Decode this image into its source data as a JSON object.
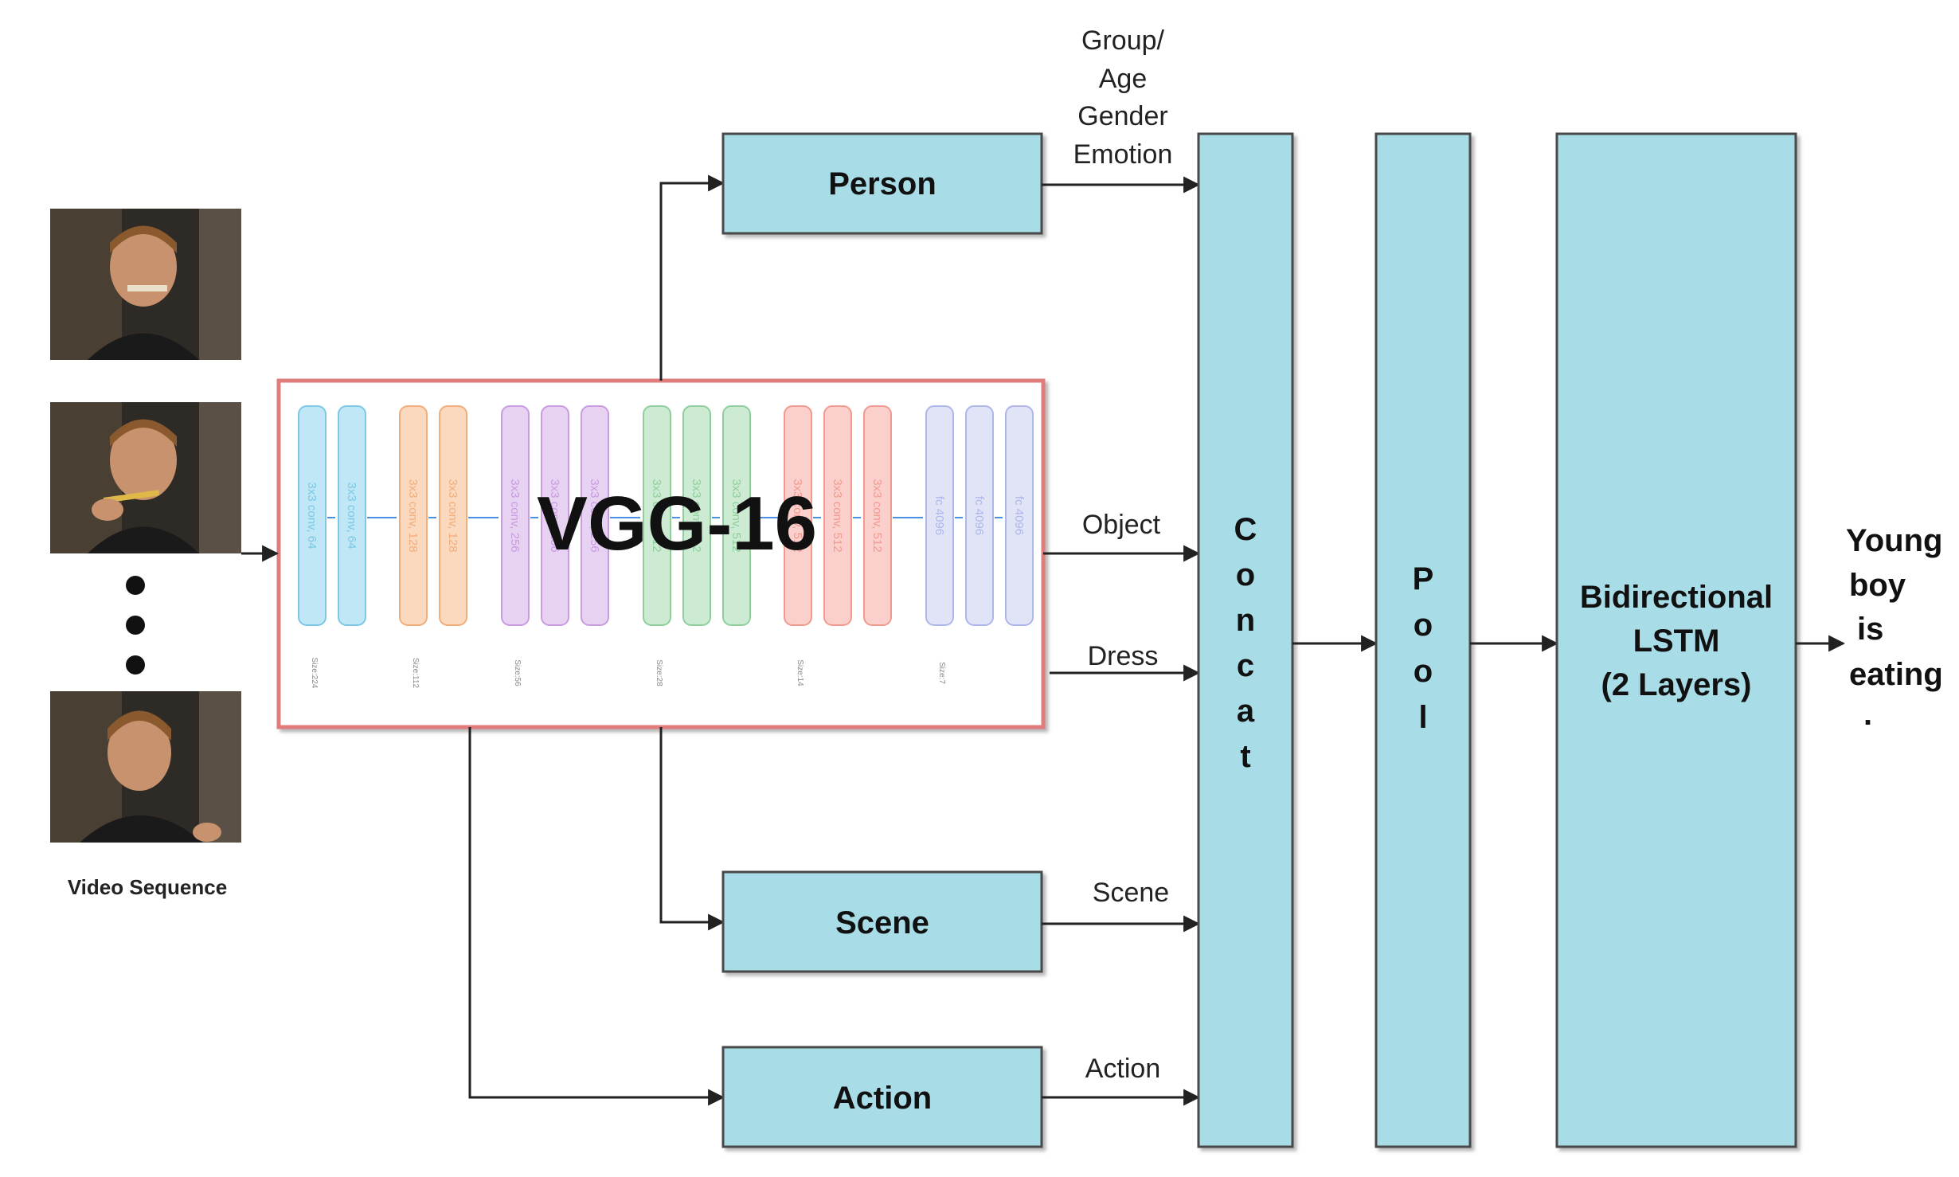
{
  "frames": {
    "caption": "Video Sequence"
  },
  "vgg": {
    "title": "VGG-16",
    "layers": [
      {
        "label": "3x3 conv, 64",
        "color": "#bfe7f5",
        "stroke": "#7cc8e6"
      },
      {
        "label": "3x3 conv, 64",
        "color": "#bfe7f5",
        "stroke": "#7cc8e6"
      },
      {
        "label": "3x3 conv, 128",
        "color": "#fbd9bf",
        "stroke": "#f2ad7a"
      },
      {
        "label": "3x3 conv, 128",
        "color": "#fbd9bf",
        "stroke": "#f2ad7a"
      },
      {
        "label": "3x3 conv, 256",
        "color": "#e8d2f2",
        "stroke": "#c99be0"
      },
      {
        "label": "3x3 conv, 256",
        "color": "#e8d2f2",
        "stroke": "#c99be0"
      },
      {
        "label": "3x3 conv, 256",
        "color": "#e8d2f2",
        "stroke": "#c99be0"
      },
      {
        "label": "3x3 conv, 512",
        "color": "#cdebd3",
        "stroke": "#8fcf9c"
      },
      {
        "label": "3x3 conv, 512",
        "color": "#cdebd3",
        "stroke": "#8fcf9c"
      },
      {
        "label": "3x3 conv, 512",
        "color": "#cdebd3",
        "stroke": "#8fcf9c"
      },
      {
        "label": "3x3 conv, 512",
        "color": "#fbd0cc",
        "stroke": "#f09a90"
      },
      {
        "label": "3x3 conv, 512",
        "color": "#fbd0cc",
        "stroke": "#f09a90"
      },
      {
        "label": "3x3 conv, 512",
        "color": "#fbd0cc",
        "stroke": "#f09a90"
      },
      {
        "label": "fc 4096",
        "color": "#e1e4f7",
        "stroke": "#aeb6ea"
      },
      {
        "label": "fc 4096",
        "color": "#e1e4f7",
        "stroke": "#aeb6ea"
      },
      {
        "label": "fc 4096",
        "color": "#e1e4f7",
        "stroke": "#aeb6ea"
      }
    ],
    "sizes": [
      "Size:224",
      "Size:112",
      "Size:56",
      "Size:28",
      "Size:14",
      "Size:7"
    ]
  },
  "branches": {
    "person": "Person",
    "scene": "Scene",
    "action": "Action"
  },
  "edge_labels": {
    "person_lines": [
      "Group/",
      "Age",
      "Gender",
      "Emotion"
    ],
    "object": "Object",
    "dress": "Dress",
    "scene": "Scene",
    "action": "Action"
  },
  "concat": {
    "letters": [
      "C",
      "o",
      "n",
      "c",
      "a",
      "t"
    ]
  },
  "pool": {
    "letters": [
      "P",
      "o",
      "o",
      "l"
    ]
  },
  "lstm": {
    "lines": [
      "Bidirectional",
      "LSTM",
      "(2 Layers)"
    ]
  },
  "output": {
    "lines": [
      "Young",
      "boy",
      "is",
      "eating",
      "."
    ]
  },
  "colors": {
    "box_fill": "#a8dde8",
    "box_stroke": "#4a4a4a",
    "vgg_border": "#e07b7b"
  }
}
